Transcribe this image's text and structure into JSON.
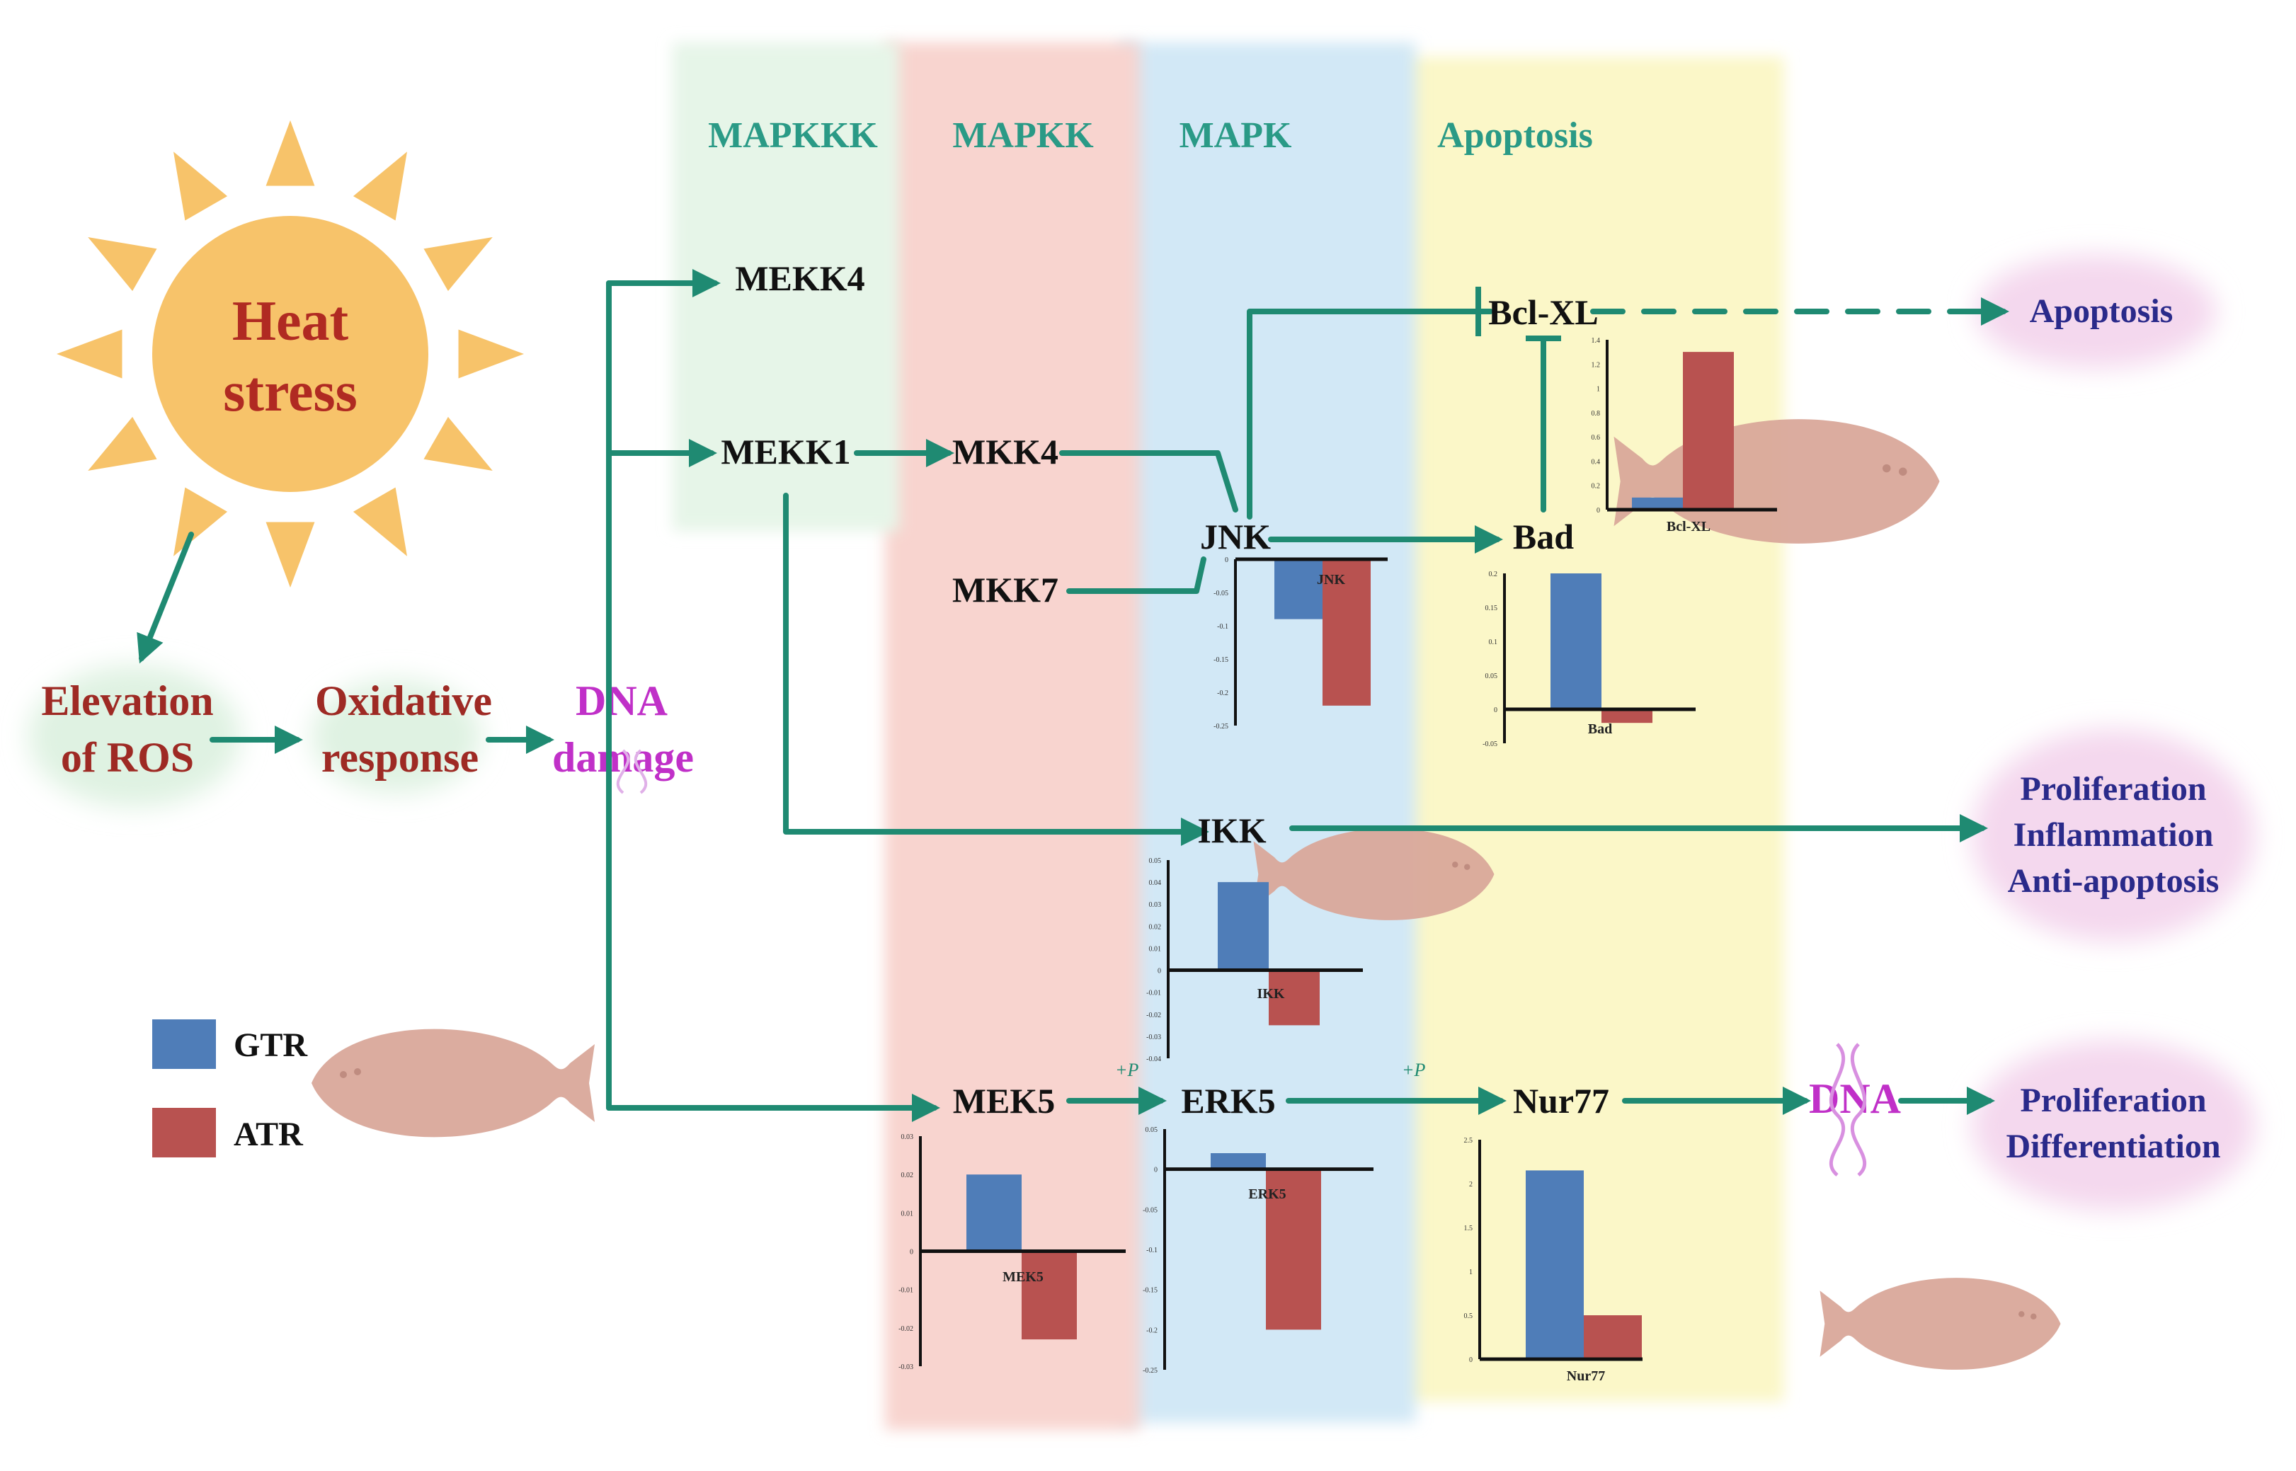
{
  "colors": {
    "gtr": "#4f7db8",
    "atr": "#b85250",
    "arrow": "#1f8a72",
    "band_mapkkk": "#e6f5e8",
    "band_mapkk": "#f8d4cf",
    "band_mapk": "#d2e8f6",
    "band_apoptosis": "#fbf7c8",
    "sun": "#f7c36a",
    "fish": "#d9a89a"
  },
  "stimulus": {
    "line1": "Heat",
    "line2": "stress"
  },
  "cascade": {
    "ros": [
      "Elevation",
      "of ROS"
    ],
    "oxidative": [
      "Oxidative",
      "response"
    ],
    "dna_damage": [
      "DNA",
      "damage"
    ]
  },
  "columns": [
    "MAPKKK",
    "MAPKK",
    "MAPK",
    "Apoptosis"
  ],
  "nodes": {
    "mekk4": "MEKK4",
    "mekk1": "MEKK1",
    "mkk4": "MKK4",
    "mkk7": "MKK7",
    "jnk": "JNK",
    "bclxl": "Bcl-XL",
    "bad": "Bad",
    "ikk": "IKK",
    "mek5": "MEK5",
    "erk5": "ERK5",
    "nur77": "Nur77",
    "dna": "DNA"
  },
  "outcomes": {
    "apoptosis": "Apoptosis",
    "ikk_out": [
      "Proliferation",
      "Inflammation",
      "Anti-apoptosis"
    ],
    "erk_out": [
      "Proliferation",
      "Differentiation"
    ]
  },
  "phospho": "+P",
  "legend": [
    {
      "label": "GTR",
      "color": "#4f7db8"
    },
    {
      "label": "ATR",
      "color": "#b85250"
    }
  ],
  "chart_data": [
    {
      "type": "bar",
      "title": "JNK",
      "categories": [
        "GTR",
        "ATR"
      ],
      "values": [
        -0.09,
        -0.22
      ],
      "ylim": [
        -0.25,
        0
      ],
      "ticks": [
        "0",
        "-0.05",
        "-0.1",
        "-0.15",
        "-0.2",
        "-0.25"
      ]
    },
    {
      "type": "bar",
      "title": "Bcl-XL",
      "categories": [
        "GTR",
        "ATR"
      ],
      "values": [
        0.1,
        1.3
      ],
      "ylim": [
        0,
        1.4
      ],
      "ticks": [
        "0",
        "0.2",
        "0.4",
        "0.6",
        "0.8",
        "1",
        "1.2",
        "1.4"
      ]
    },
    {
      "type": "bar",
      "title": "Bad",
      "categories": [
        "GTR",
        "ATR"
      ],
      "values": [
        0.2,
        -0.02
      ],
      "ylim": [
        -0.05,
        0.2
      ],
      "ticks": [
        "-0.05",
        "0",
        "0.05",
        "0.1",
        "0.15",
        "0.2"
      ]
    },
    {
      "type": "bar",
      "title": "IKK",
      "categories": [
        "GTR",
        "ATR"
      ],
      "values": [
        0.04,
        -0.025
      ],
      "ylim": [
        -0.04,
        0.05
      ],
      "ticks": [
        "-0.04",
        "-0.03",
        "-0.02",
        "-0.01",
        "0",
        "0.01",
        "0.02",
        "0.03",
        "0.04",
        "0.05"
      ]
    },
    {
      "type": "bar",
      "title": "MEK5",
      "categories": [
        "GTR",
        "ATR"
      ],
      "values": [
        0.02,
        -0.023
      ],
      "ylim": [
        -0.03,
        0.03
      ],
      "ticks": [
        "-0.03",
        "-0.02",
        "-0.01",
        "0",
        "0.01",
        "0.02",
        "0.03"
      ]
    },
    {
      "type": "bar",
      "title": "ERK5",
      "categories": [
        "GTR",
        "ATR"
      ],
      "values": [
        0.02,
        -0.2
      ],
      "ylim": [
        -0.25,
        0.05
      ],
      "ticks": [
        "-0.25",
        "-0.2",
        "-0.15",
        "-0.1",
        "-0.05",
        "0",
        "0.05"
      ]
    },
    {
      "type": "bar",
      "title": "Nur77",
      "categories": [
        "GTR",
        "ATR"
      ],
      "values": [
        2.15,
        0.5
      ],
      "ylim": [
        0,
        2.5
      ],
      "ticks": [
        "0",
        "0.5",
        "1",
        "1.5",
        "2",
        "2.5"
      ]
    }
  ]
}
